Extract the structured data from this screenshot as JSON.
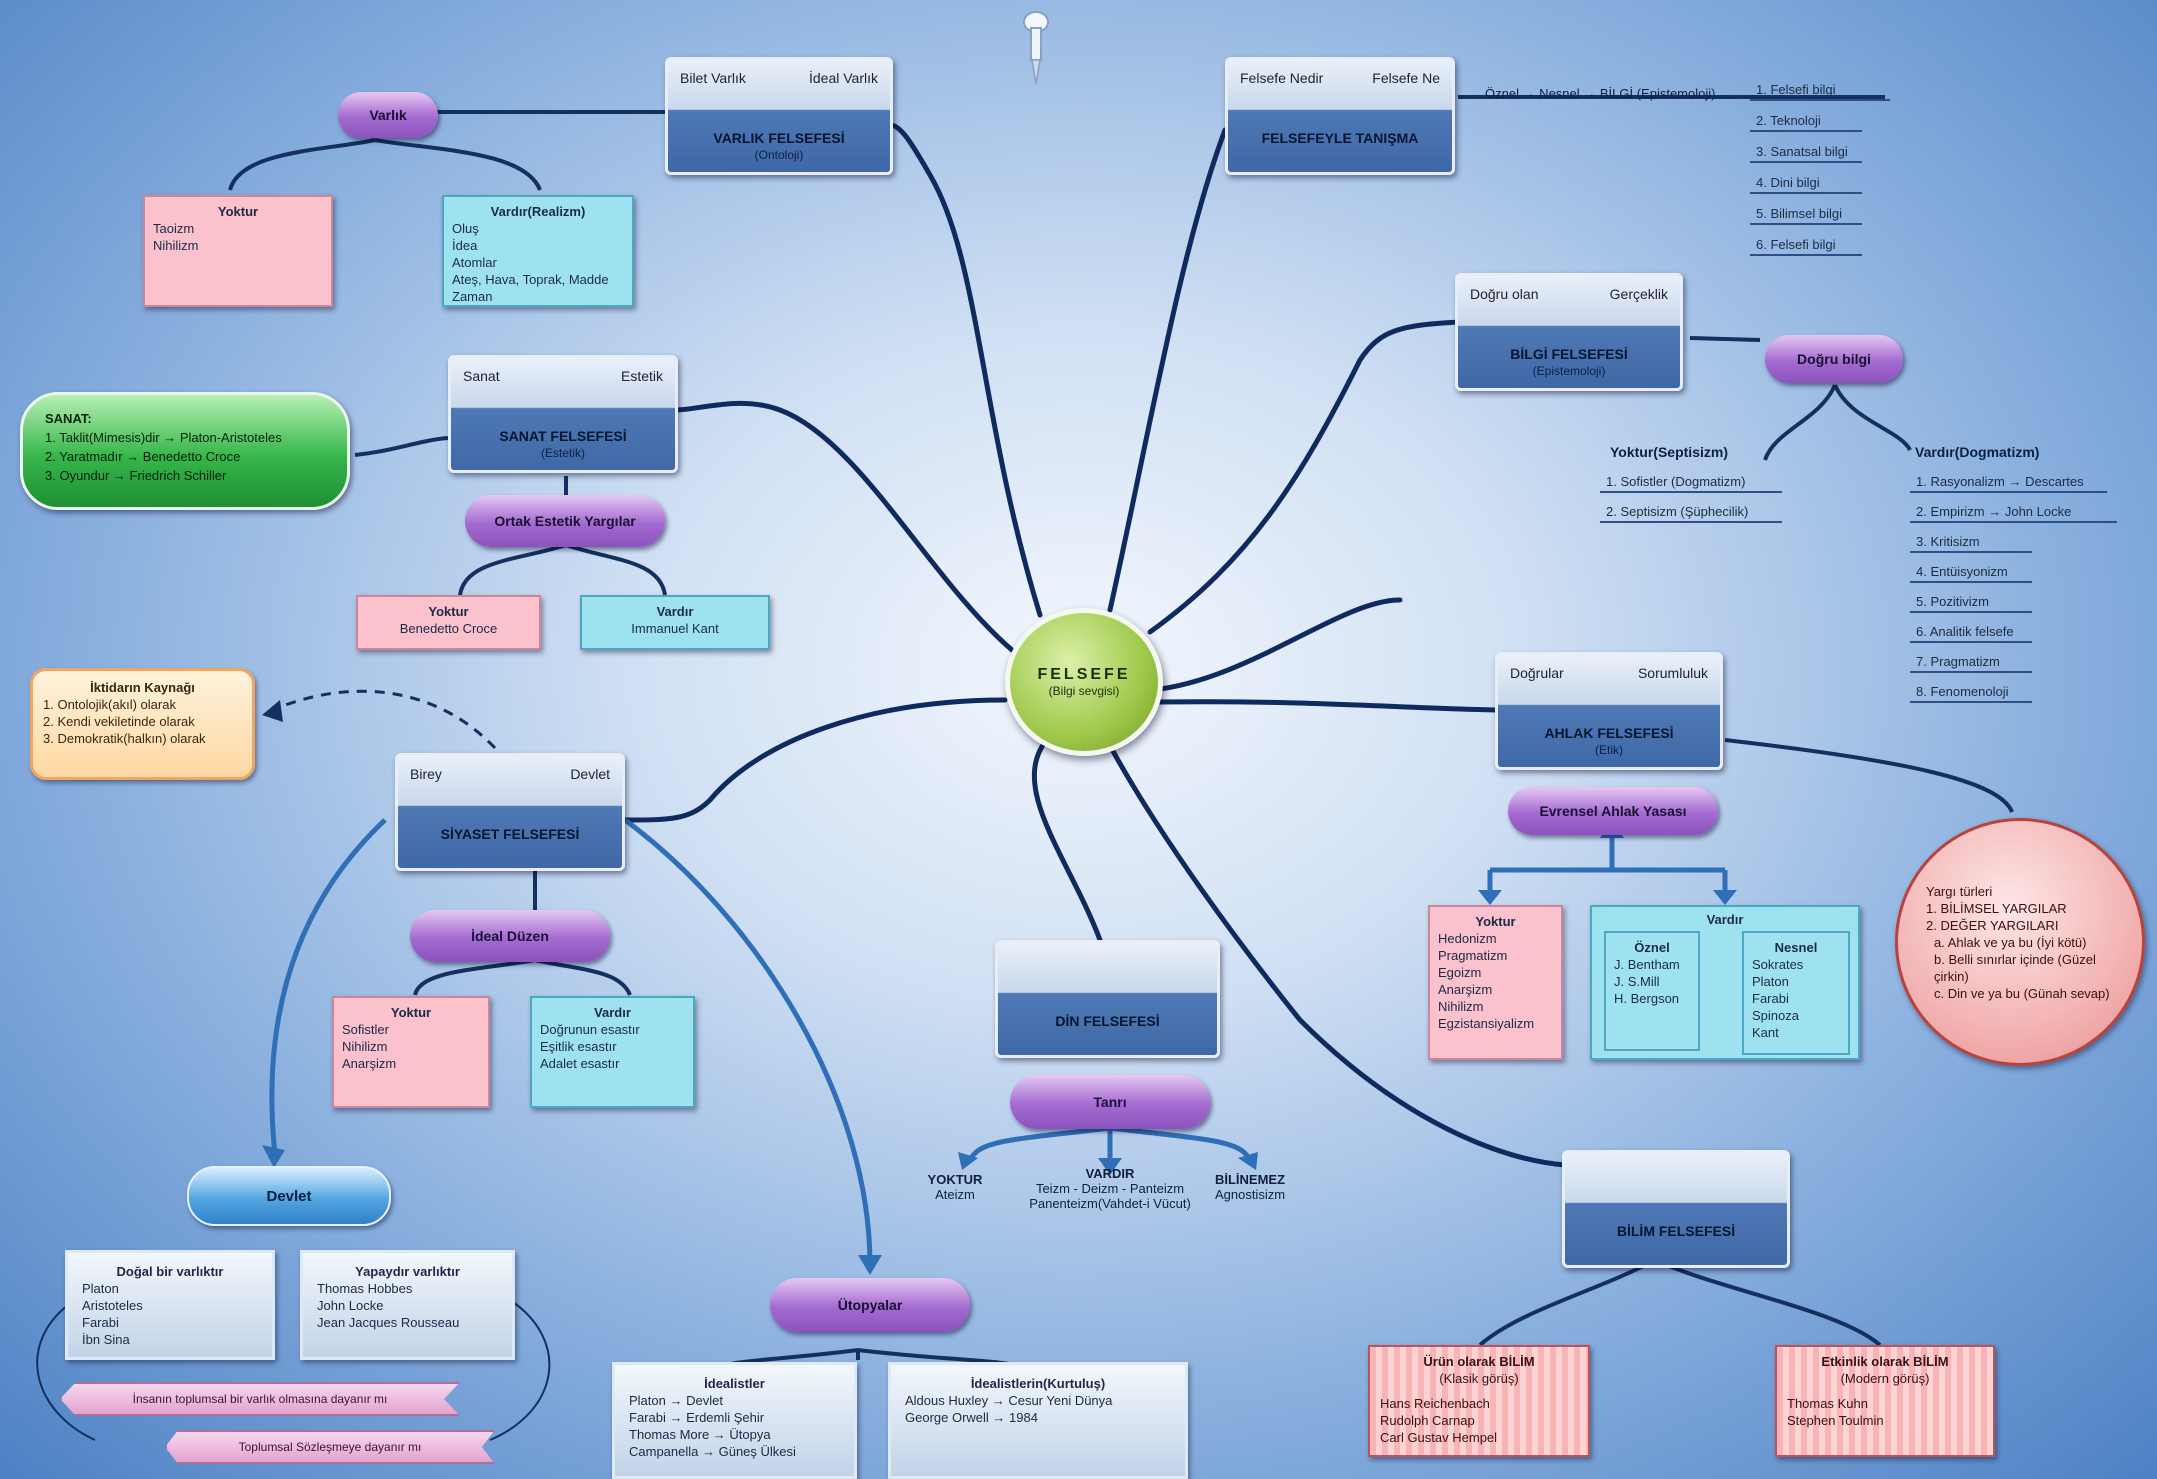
{
  "center": {
    "title": "FELSEFE",
    "subtitle": "(Bilgi sevgisi)"
  },
  "nodes": {
    "varlik": {
      "left": "Bilet Varlık",
      "right": "İdeal Varlık",
      "title": "VARLIK FELSEFESİ",
      "sub": "(Ontoloji)"
    },
    "felsefeyle": {
      "left": "Felsefe Nedir",
      "right": "Felsefe Ne",
      "title": "FELSEFEYLE TANIŞMA",
      "sub": ""
    },
    "bilgi": {
      "left": "Doğru olan",
      "right": "Gerçeklik",
      "title": "BİLGİ FELSEFESİ",
      "sub": "(Epistemoloji)"
    },
    "sanat": {
      "left": "Sanat",
      "right": "Estetik",
      "title": "SANAT FELSEFESİ",
      "sub": "(Estetik)"
    },
    "ahlak": {
      "left": "Doğrular",
      "right": "Sorumluluk",
      "title": "AHLAK FELSEFESİ",
      "sub": "(Etik)"
    },
    "siyaset": {
      "left": "Birey",
      "right": "Devlet",
      "title": "SİYASET FELSEFESİ",
      "sub": ""
    },
    "din": {
      "left": "",
      "right": "",
      "title": "DİN FELSEFESİ",
      "sub": ""
    },
    "bilim": {
      "left": "",
      "right": "",
      "title": "BİLİM FELSEFESİ",
      "sub": ""
    }
  },
  "pills": {
    "varlik": "Varlık",
    "dogru_bilgi": "Doğru bilgi",
    "ortak_estetik": "Ortak Estetik Yargılar",
    "evrensel_ahlak": "Evrensel Ahlak Yasası",
    "ideal_duzen": "İdeal Düzen",
    "tanri": "Tanrı",
    "utopyalar": "Ütopyalar",
    "devlet": "Devlet"
  },
  "varlik_yoktur": {
    "head": "Yoktur",
    "lines": [
      "Taoizm",
      "Nihilizm"
    ]
  },
  "varlik_vardir": {
    "head": "Vardır(Realizm)",
    "lines": [
      "Oluş",
      "İdea",
      "Atomlar",
      "Ateş, Hava, Toprak, Madde",
      "Zaman"
    ]
  },
  "felsefe_chain": "Öznel → Nesnel → BİLGİ (Epistemoloji)",
  "felsefe_list": [
    "1. Felsefi bilgi",
    "2. Teknoloji",
    "3. Sanatsal bilgi",
    "4. Dini bilgi",
    "5. Bilimsel bilgi",
    "6. Felsefi bilgi"
  ],
  "bilgi_yoktur": {
    "head": "Yoktur(Septisizm)",
    "lines": [
      "1. Sofistler (Dogmatizm)",
      "2. Septisizm (Şüphecilik)"
    ]
  },
  "bilgi_vardir": {
    "head": "Vardır(Dogmatizm)",
    "lines": [
      "1. Rasyonalizm → Descartes",
      "2. Empirizm → John Locke",
      "3. Kritisizm",
      "4. Entüisyonizm",
      "5. Pozitivizm",
      "6. Analitik felsefe",
      "7. Pragmatizm",
      "8. Fenomenoloji"
    ]
  },
  "sanat_green": [
    "SANAT:",
    "1. Taklit(Mimesis)dir → Platon-Aristoteles",
    "2. Yaratmadır → Benedetto Croce",
    "3. Oyundur → Friedrich Schiller"
  ],
  "estetik_yoktur": {
    "head": "Yoktur",
    "line": "Benedetto Croce"
  },
  "estetik_vardir": {
    "head": "Vardır",
    "line": "Immanuel Kant"
  },
  "egemenlik": {
    "head": "İktidarın Kaynağı",
    "lines": [
      "1. Ontolojik(akıl) olarak",
      "2. Kendi vekiletinde olarak",
      "3. Demokratik(halkın) olarak"
    ]
  },
  "ideal_yoktur": {
    "head": "Yoktur",
    "lines": [
      "Sofistler",
      "Nihilizm",
      "Anarşizm"
    ]
  },
  "ideal_vardir": {
    "head": "Vardır",
    "lines": [
      "Doğrunun esastır",
      "Eşitlik esastır",
      "Adalet esastır"
    ]
  },
  "ahlak_yoktur": {
    "head": "Yoktur",
    "lines": [
      "Hedonizm",
      "Pragmatizm",
      "Egoizm",
      "Anarşizm",
      "Nihilizm",
      "Egzistansiyalizm"
    ]
  },
  "ahlak_vardir": {
    "head": "Vardır",
    "left_head": "Öznel",
    "left_lines": [
      "J. Bentham",
      "J. S.Mill",
      "H. Bergson"
    ],
    "right_head": "Nesnel",
    "right_lines": [
      "Sokrates",
      "Platon",
      "Farabi",
      "Spinoza",
      "Kant"
    ]
  },
  "yargi_circle": [
    "Yargı türleri",
    "1. BİLİMSEL YARGILAR",
    "2. DEĞER YARGILARI",
    "a. Ahlak ve ya bu (İyi kötü)",
    "b. Belli sınırlar içinde (Güzel çirkin)",
    "c. Din ve ya bu (Günah sevap)"
  ],
  "tanri_yoktur": {
    "head": "YOKTUR",
    "line": "Ateizm"
  },
  "tanri_vardir": {
    "head": "VARDIR",
    "lines": [
      "Teizm - Deizm - Panteizm",
      "Panenteizm(Vahdet-i Vücut)"
    ]
  },
  "tanri_bilinemez": {
    "head": "BİLİNEMEZ",
    "line": "Agnostisizm"
  },
  "devlet_dogal": {
    "head": "Doğal bir varlıktır",
    "lines": [
      "Platon",
      "Aristoteles",
      "Farabi",
      "İbn Sina"
    ]
  },
  "devlet_yapay": {
    "head": "Yapaydır varlıktır",
    "lines": [
      "Thomas Hobbes",
      "John Locke",
      "Jean Jacques Rousseau"
    ]
  },
  "ribbons": [
    "İnsanın toplumsal bir varlık olmasına dayanır mı",
    "Toplumsal Sözleşmeye dayanır mı"
  ],
  "utopya_idealist": {
    "head": "İdealistler",
    "lines": [
      "Platon → Devlet",
      "Farabi → Erdemli Şehir",
      "Thomas More → Ütopya",
      "Campanella → Güneş Ülkesi"
    ]
  },
  "utopya_distopya": {
    "head": "İdealistlerin(Kurtuluş)",
    "lines": [
      "Aldous Huxley → Cesur Yeni Dünya",
      "George Orwell → 1984"
    ]
  },
  "bilim_olusan": {
    "head": "Ürün olarak BİLİM",
    "sub": "(Klasik görüş)",
    "lines": [
      "Hans Reichenbach",
      "Rudolph Carnap",
      "Carl Gustav Hempel"
    ]
  },
  "bilim_etkinlik": {
    "head": "Etkinlik olarak BİLİM",
    "sub": "(Modern görüş)",
    "lines": [
      "Thomas Kuhn",
      "Stephen Toulmin"
    ]
  }
}
